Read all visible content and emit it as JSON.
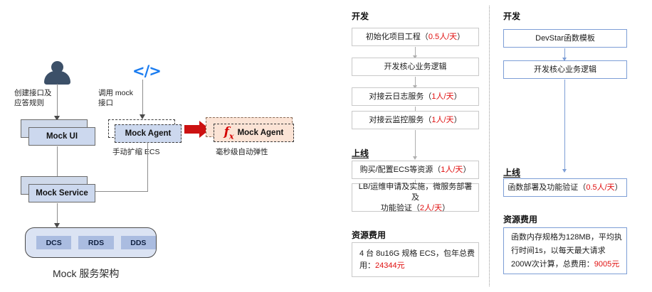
{
  "left_panel": {
    "caption": "Mock 服务架构",
    "actor_label": "创建接口及\n应答规则",
    "developer_label": "调用 mock\n接口",
    "mock_ui": "Mock UI",
    "mock_service": "Mock Service",
    "mock_agent_before": "Mock Agent",
    "mock_agent_before_note": "手动扩缩 ECS",
    "mock_agent_after": "Mock Agent",
    "mock_agent_after_note": "毫秒级自动弹性",
    "fx_icon_label": "f",
    "fx_icon_sub": "x",
    "stores": [
      "DCS",
      "RDS",
      "DDS"
    ],
    "icons": {
      "user": "user-icon",
      "code": "</>"
    },
    "colors": {
      "box_fill": "#ccd8ee",
      "store_fill": "#dbe3f3",
      "chip_fill": "#aabce0",
      "agent_after_fill": "#fbe3d5",
      "red_arrow": "#cc1111"
    }
  },
  "middle_column": {
    "dev_title": "开发",
    "dev_steps": [
      {
        "text": "初始化项目工程（",
        "cost": "0.5人/天",
        "tail": "）"
      },
      {
        "text": "开发核心业务逻辑",
        "cost": "",
        "tail": ""
      },
      {
        "text": "对接云日志服务（",
        "cost": "1人/天",
        "tail": "）"
      },
      {
        "text": "对接云监控服务（",
        "cost": "1人/天",
        "tail": "）"
      }
    ],
    "launch_title": "上线",
    "launch_steps": [
      {
        "text": "购买/配置ECS等资源（",
        "cost": "1人/天",
        "tail": "）"
      },
      {
        "text": "LB/运维申请及实施，微服务部署及\n功能验证（",
        "cost": "2人/天",
        "tail": "）"
      }
    ],
    "cost_title": "资源费用",
    "cost_body_prefix": "4 台 8u16G 规格 ECS，包年总费用：",
    "cost_body_value": "24344元"
  },
  "right_column": {
    "dev_title": "开发",
    "dev_steps": [
      {
        "text": "DevStar函数模板",
        "cost": "",
        "tail": ""
      },
      {
        "text": "开发核心业务逻辑",
        "cost": "",
        "tail": ""
      }
    ],
    "launch_title": "上线",
    "launch_steps": [
      {
        "text": "函数部署及功能验证（",
        "cost": "0.5人/天",
        "tail": "）"
      }
    ],
    "cost_title": "资源费用",
    "cost_body_prefix": "函数内存规格为128MB，平均执行时间1s，以每天最大请求200W次计算，总费用：",
    "cost_body_value": "9005元"
  }
}
